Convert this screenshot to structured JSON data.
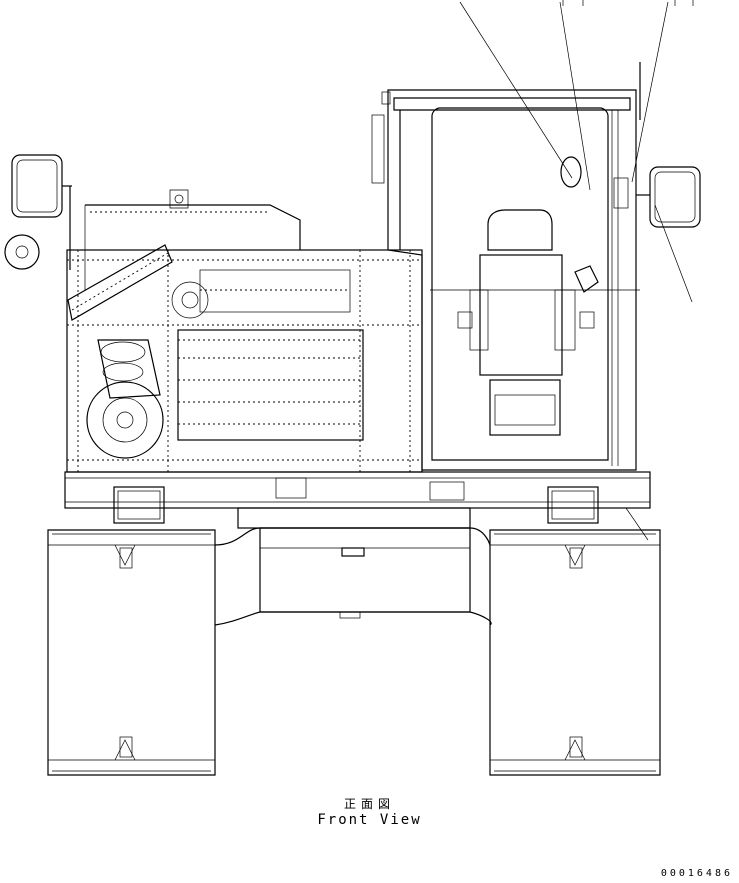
{
  "drawing": {
    "caption_jp": "正面図",
    "caption_en": "Front View",
    "number": "00016486"
  }
}
